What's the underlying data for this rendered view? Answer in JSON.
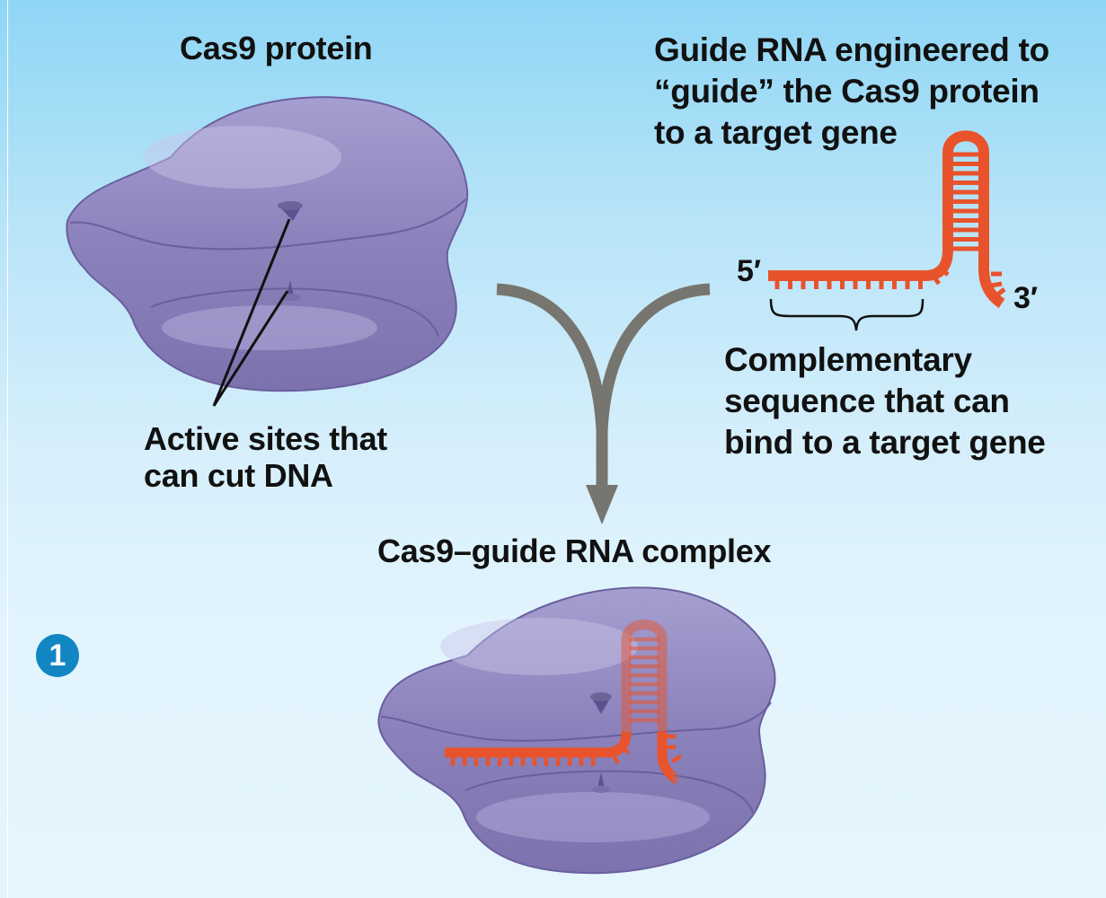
{
  "figure": {
    "step_number": "1",
    "labels": {
      "cas9_protein": "Cas9 protein",
      "guide_rna": [
        "Guide RNA engineered to",
        "“guide” the Cas9 protein",
        "to a target gene"
      ],
      "five_prime": "5′",
      "three_prime": "3′",
      "complementary": [
        "Complementary",
        "sequence that can",
        "bind to a target gene"
      ],
      "active_sites": [
        "Active sites that",
        "can cut DNA"
      ],
      "complex": "Cas9–guide RNA complex"
    },
    "colors": {
      "protein": "#8a80b8",
      "protein_outline": "#6a5f9e",
      "rna": "#e8532c",
      "arrow": "#77756f",
      "step_badge": "#1286c3"
    }
  }
}
